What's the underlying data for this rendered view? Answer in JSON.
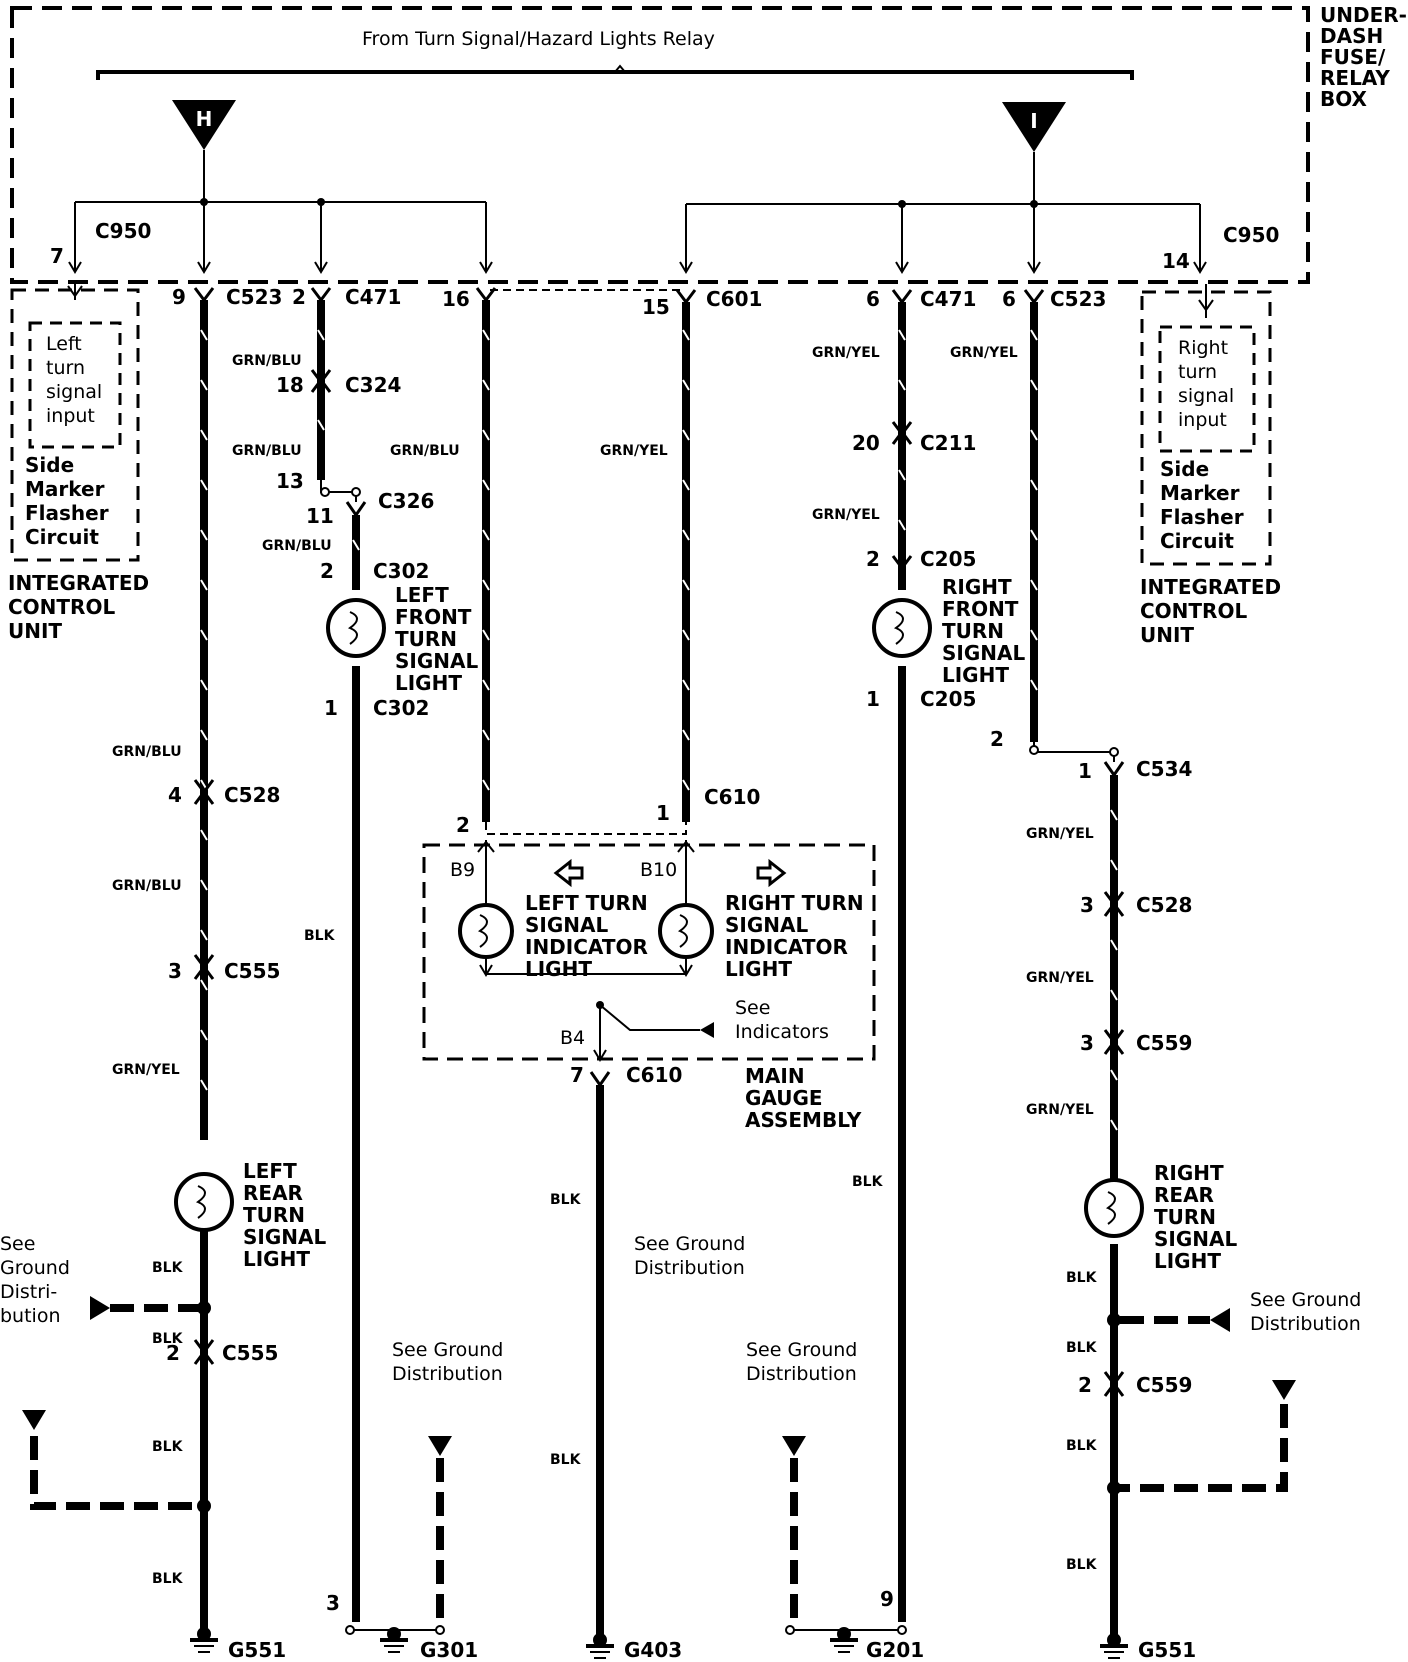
{
  "header": {
    "source_relay": "From Turn Signal/Hazard Lights Relay",
    "fuse_box": [
      "UNDER-",
      "DASH",
      "FUSE/",
      "RELAY",
      "BOX"
    ],
    "terminal_h": "H",
    "terminal_i": "I"
  },
  "connectors": {
    "c950": "C950",
    "c523": "C523",
    "c471": "C471",
    "c601": "C601",
    "c324": "C324",
    "c326": "C326",
    "c302": "C302",
    "c211": "C211",
    "c205": "C205",
    "c528": "C528",
    "c555": "C555",
    "c610": "C610",
    "c534": "C534",
    "c559": "C559"
  },
  "pins": {
    "p7": "7",
    "p9": "9",
    "p2a": "2",
    "p16": "16",
    "p15": "15",
    "p6a": "6",
    "p6b": "6",
    "p14": "14",
    "p18": "18",
    "p13": "13",
    "p11": "11",
    "p2b": "2",
    "p1a": "1",
    "p20": "20",
    "p2c": "2",
    "p1b": "1",
    "p2d": "2",
    "p1c": "1",
    "p4": "4",
    "p3a": "3",
    "p2e": "2",
    "p2f": "2",
    "p1d": "1",
    "p7b": "7",
    "p3b": "3",
    "p3c": "3",
    "p2g": "2",
    "p3d": "3",
    "p9b": "9"
  },
  "wires": {
    "grn_blu": "GRN/BLU",
    "grn_yel": "GRN/YEL",
    "blk": "BLK"
  },
  "components": {
    "left_icu_input": [
      "Left",
      "turn",
      "signal",
      "input"
    ],
    "right_icu_input": [
      "Right",
      "turn",
      "signal",
      "input"
    ],
    "side_marker": [
      "Side",
      "Marker",
      "Flasher",
      "Circuit"
    ],
    "integrated_control_unit": [
      "INTEGRATED",
      "CONTROL",
      "UNIT"
    ],
    "left_front_light": [
      "LEFT",
      "FRONT",
      "TURN",
      "SIGNAL",
      "LIGHT"
    ],
    "right_front_light": [
      "RIGHT",
      "FRONT",
      "TURN",
      "SIGNAL",
      "LIGHT"
    ],
    "left_rear_light": [
      "LEFT",
      "REAR",
      "TURN",
      "SIGNAL",
      "LIGHT"
    ],
    "right_rear_light": [
      "RIGHT",
      "REAR",
      "TURN",
      "SIGNAL",
      "LIGHT"
    ],
    "left_indicator": [
      "LEFT TURN",
      "SIGNAL",
      "INDICATOR",
      "LIGHT"
    ],
    "right_indicator": [
      "RIGHT TURN",
      "SIGNAL",
      "INDICATOR",
      "LIGHT"
    ],
    "main_gauge": [
      "MAIN",
      "GAUGE",
      "ASSEMBLY"
    ],
    "pin_b9": "B9",
    "pin_b10": "B10",
    "pin_b4": "B4",
    "see_indicators": [
      "See",
      "Indicators"
    ]
  },
  "ground_refs": {
    "see_ground": [
      "See Ground",
      "Distribution"
    ],
    "see_ground_split": [
      "See",
      "Ground",
      "Distri-",
      "bution"
    ]
  },
  "grounds": {
    "g551": "G551",
    "g301": "G301",
    "g403": "G403",
    "g201": "G201"
  }
}
